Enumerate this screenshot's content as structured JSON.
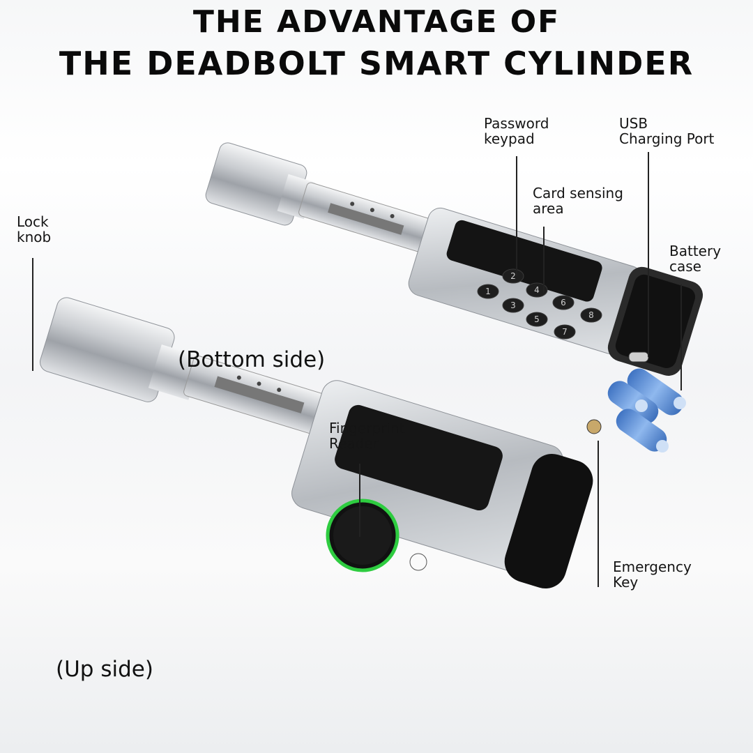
{
  "title": {
    "line1": "THE ADVANTAGE OF",
    "line2": "THE DEADBOLT SMART CYLINDER"
  },
  "labels": {
    "password_keypad": "Password\nkeypad",
    "usb_charging_port": "USB\nCharging Port",
    "card_sensing_area": "Card sensing\narea",
    "battery_case": "Battery\ncase",
    "lock_knob": "Lock\nknob",
    "fingerprint_reader": "Fingerprint\nReader",
    "emergency_key": "Emergency\nKey"
  },
  "sides": {
    "bottom": "(Bottom side)",
    "up": "(Up side)"
  },
  "keypad_digits": [
    "2",
    "4",
    "6",
    "1",
    "3",
    "8",
    "5",
    "7"
  ],
  "colors": {
    "fingerprint_ring": "#2ecc40",
    "battery": "#5b8fd6",
    "keypad_bg": "#141414"
  }
}
